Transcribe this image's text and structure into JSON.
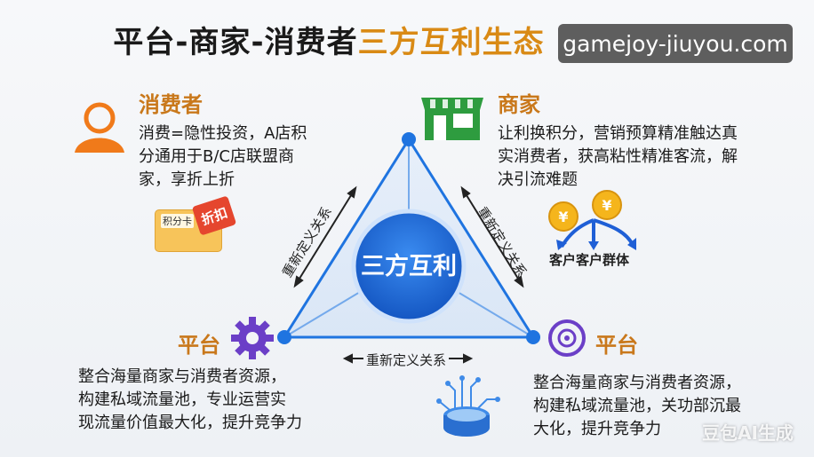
{
  "title": {
    "main": "平台-商家-消费者",
    "accent": "三方互利生态"
  },
  "watermark": "gamejoy-jiuyou.com",
  "corner_mark": "豆包AI生成",
  "center": {
    "label": "三方互利"
  },
  "edges": {
    "left": "重新定义关系",
    "right": "重新定义关系",
    "bottom": "重新定义关系"
  },
  "consumer": {
    "title": "消费者",
    "desc_lines": [
      "消费=隐性投资，A店积",
      "分通用于B/C店联盟商",
      "家，享折上折"
    ],
    "card_label": "积分卡",
    "card_tag": "折扣",
    "icon": "person-icon"
  },
  "merchant": {
    "title": "商家",
    "desc_lines": [
      "让利换积分，营销预算精准触达真",
      "实消费者，获高粘性精准客流，解",
      "决引流难题"
    ],
    "customer_label": "客户客户群体",
    "coin_symbol": "¥",
    "icon": "store-icon"
  },
  "platform_left": {
    "title": "平台",
    "desc_lines": [
      "整合海量商家与消费者资源，",
      "构建私域流量池，专业运营实",
      "现流量价值最大化，提升竞争力"
    ],
    "icon": "gear-icon"
  },
  "platform_right": {
    "title": "平台",
    "desc_lines": [
      "整合海量商家与消费者资源，",
      "构建私域流量池，关功部沉最",
      "大化，提升竞争力"
    ],
    "icon": "settings-circle-icon"
  },
  "colors": {
    "accent_orange": "#c9781b",
    "node_blue": "#1f74e0",
    "store_green": "#2e9c3f",
    "platform_purple": "#6b3fc7"
  }
}
